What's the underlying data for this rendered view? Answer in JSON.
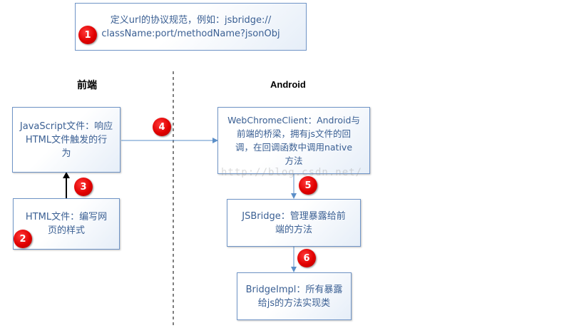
{
  "top_note": {
    "line1": "定义url的协议规范，例如：jsbridge://",
    "line2": "className:port/methodName?jsonObj"
  },
  "headings": {
    "frontend": "前端",
    "android": "Android"
  },
  "frontend": {
    "js_box": {
      "lines": [
        "JavaScript文件：响应",
        "HTML文件触发的行",
        "为"
      ]
    },
    "html_box": {
      "lines": [
        "HTML文件：编写网",
        "页的样式"
      ]
    }
  },
  "android": {
    "webchrome_box": {
      "lines": [
        "WebChromeClient：Android与",
        "前端的桥梁，拥有js文件的回",
        "调，在回调函数中调用native",
        "方法"
      ]
    },
    "jsbridge_box": {
      "lines": [
        "JSBridge：管理暴露给前",
        "端的方法"
      ]
    },
    "bridgeimpl_box": {
      "lines": [
        "BridgeImpl：所有暴露",
        "给js的方法实现类"
      ]
    }
  },
  "badges": [
    "1",
    "2",
    "3",
    "4",
    "5",
    "6"
  ],
  "watermark": "http://blog.csdn.net/",
  "colors": {
    "box_border": "#6f94c6",
    "box_text": "#3a5f93",
    "arrow_blue": "#5b8fc8",
    "badge_red": "#e00000"
  }
}
